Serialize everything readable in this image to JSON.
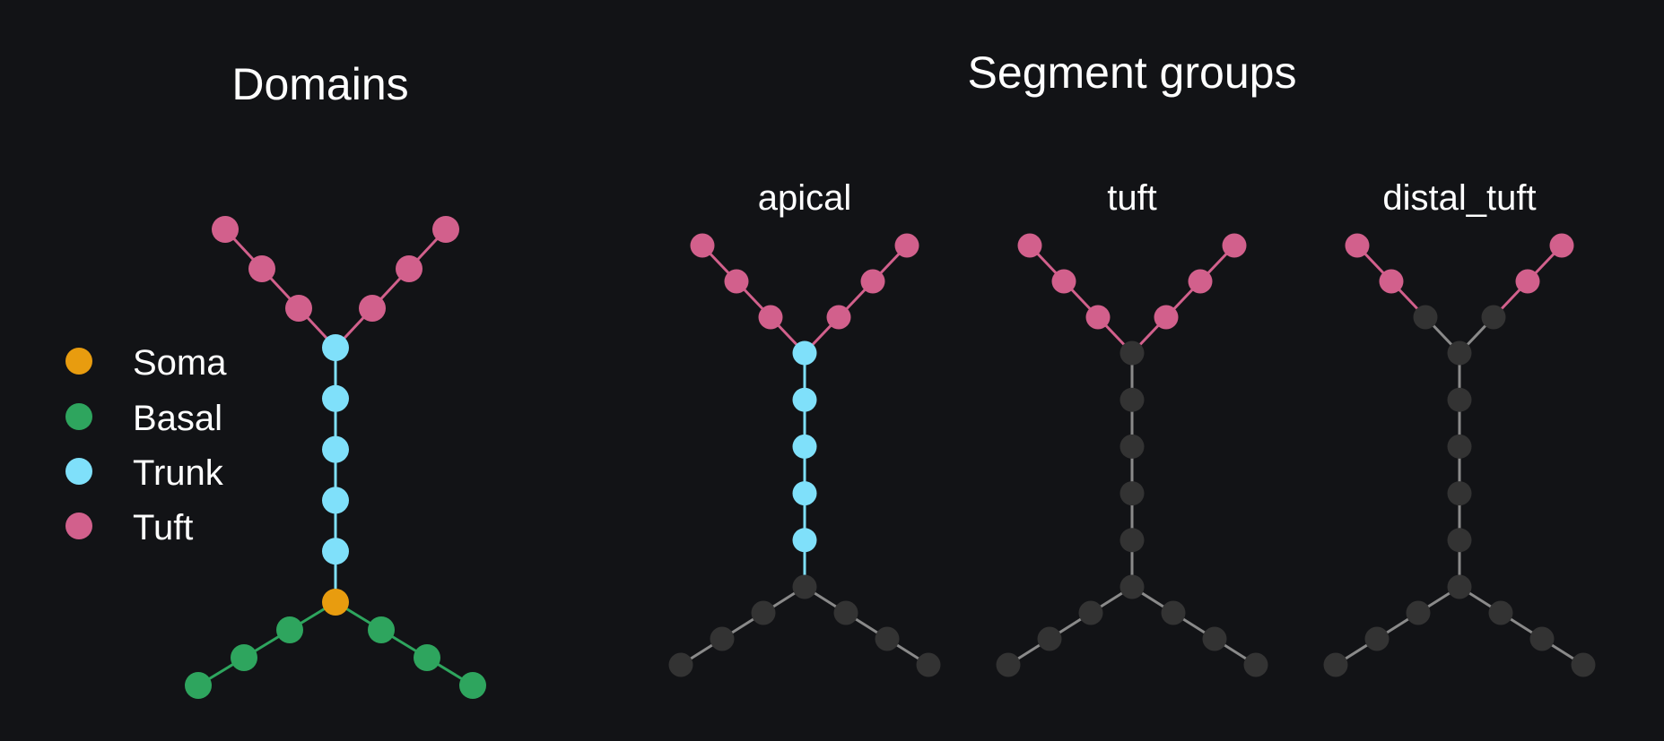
{
  "domains_panel": {
    "title": "Domains",
    "legend": [
      {
        "key": "soma",
        "label": "Soma"
      },
      {
        "key": "basal",
        "label": "Basal"
      },
      {
        "key": "trunk",
        "label": "Trunk"
      },
      {
        "key": "tuft",
        "label": "Tuft"
      }
    ]
  },
  "segment_groups_panel": {
    "title": "Segment groups",
    "subpanels": [
      {
        "label": "apical",
        "highlighted": [
          "trunk",
          "tuft"
        ]
      },
      {
        "label": "tuft",
        "highlighted": [
          "tuft"
        ]
      },
      {
        "label": "distal_tuft",
        "highlighted": [
          "tuft_distal"
        ]
      }
    ]
  },
  "colors": {
    "background": "#121316",
    "soma": "#E89C0F",
    "basal": "#2EA55E",
    "trunk": "#7FE0FA",
    "tuft": "#D2608C",
    "inactive_node": "#333333",
    "inactive_edge": "#8A8A8A",
    "text": "#FFFFFF"
  }
}
